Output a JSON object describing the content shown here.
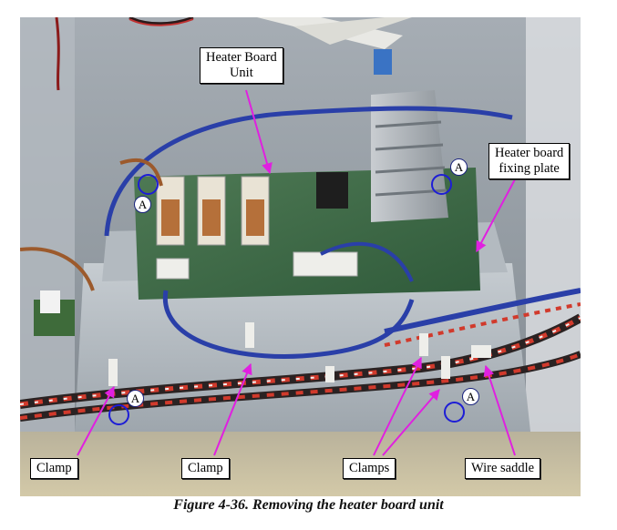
{
  "figure": {
    "caption": "Figure 4-36.  Removing the heater board unit"
  },
  "labels": {
    "heater_board_unit": "Heater Board Unit",
    "heater_board_unit_line1": "Heater Board",
    "heater_board_unit_line2": "Unit",
    "fixing_plate_line1": "Heater board",
    "fixing_plate_line2": "fixing plate",
    "clamp_left": "Clamp",
    "clamp_center": "Clamp",
    "clamps": "Clamps",
    "wire_saddle": "Wire saddle"
  },
  "screw_markers": [
    {
      "letter": "A"
    },
    {
      "letter": "A"
    },
    {
      "letter": "A"
    },
    {
      "letter": "A"
    }
  ],
  "colors": {
    "arrow": "#e020e0",
    "screw_ring": "#1d1dd6",
    "label_border": "#000000"
  }
}
